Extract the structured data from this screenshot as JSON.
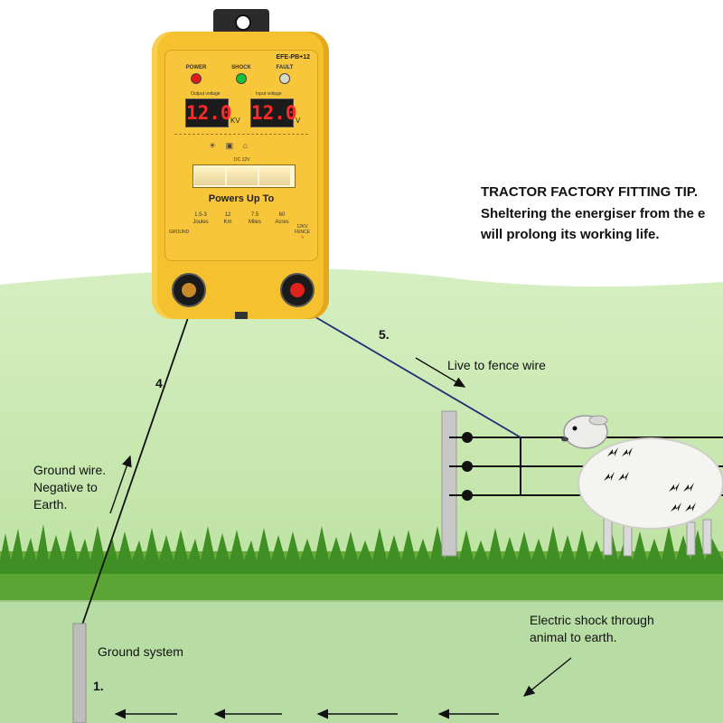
{
  "tip": {
    "title": "TRACTOR FACTORY FITTING TIP.",
    "line1": "Sheltering the energiser from the e",
    "line2": "will prolong its working life."
  },
  "energiser": {
    "model": "EFE-PB+12",
    "leds": [
      {
        "label": "POWER",
        "color": "#e01b1b"
      },
      {
        "label": "SHOCK",
        "color": "#19c23a"
      },
      {
        "label": "FAULT",
        "color": "#d8d8c8"
      }
    ],
    "output_caption": "Output voltage",
    "input_caption": "Input voltage",
    "output_value": "12.0",
    "input_value": "12.0",
    "output_unit": "KV",
    "input_unit": "V",
    "dc_label": "DC 12V",
    "powers_up_to": "Powers Up To",
    "specs": [
      {
        "value": "1.5-3",
        "unit": "Joules"
      },
      {
        "value": "12",
        "unit": "Km"
      },
      {
        "value": "7.5",
        "unit": "Miles"
      },
      {
        "value": "60",
        "unit": "Acres"
      }
    ],
    "ground_label": "GROUND",
    "fence_label_top": "12KV",
    "fence_label_bottom": "FENCE"
  },
  "labels": {
    "live": "Live to fence wire",
    "ground_wire_1": "Ground wire.",
    "ground_wire_2": "Negative to",
    "ground_wire_3": "Earth.",
    "ground_system": "Ground system",
    "shock_1": "Electric shock through",
    "shock_2": "animal to earth."
  },
  "steps": {
    "s1": "1.",
    "s4": "4.",
    "s5": "5."
  },
  "colors": {
    "sky": "#ffffff",
    "hill": "#bfe3a5",
    "grass": "#4e9a2e",
    "ground_band": "#b6dca0",
    "device_yellow": "#f5c12e",
    "live_wire": "#1f2f7a"
  }
}
